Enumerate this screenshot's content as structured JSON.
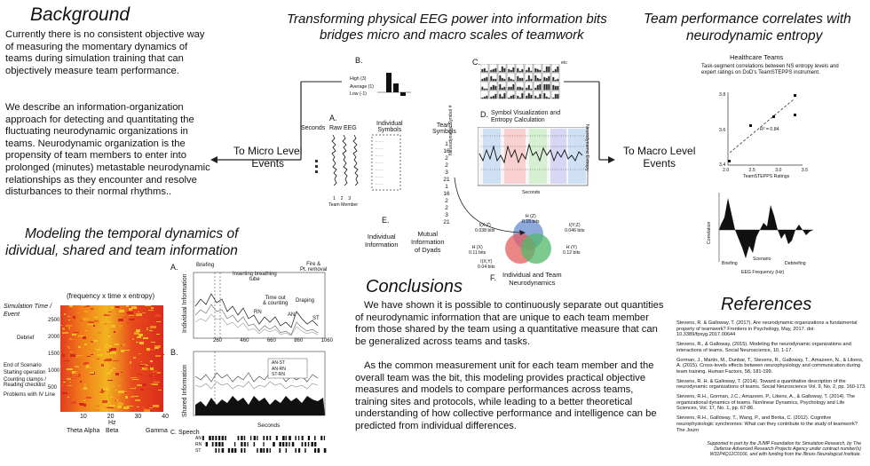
{
  "background": {
    "title": "Background",
    "p1": "Currently there is no consistent objective way of measuring the momentary dynamics of teams during simulation training that can objectively measure team performance.",
    "p2": "We describe an information-organization approach for detecting and quantitating the fluctuating neurodynamic organizations in teams.  Neurodynamic organization is the propensity of team members to enter into prolonged (minutes) metastable neurodynamic relationships as they encounter and resolve disturbances to their normal rhythms.."
  },
  "center": {
    "title_line1": "Transforming physical EEG power into information bits",
    "title_line2": "bridges micro and macro scales of teamwork",
    "to_micro": "To Micro Level\nEvents",
    "to_macro": "To Macro Level\nEvents",
    "label_a": "A.",
    "label_b": "B.",
    "label_c": "C.",
    "label_d": "D.",
    "label_e": "E.",
    "label_f": "F.",
    "seconds": "Seconds",
    "raw_eeg": "Raw EEG",
    "individual_symbols": "Individual\nSymbols",
    "team_member": "Team Member",
    "team_member_ticks": "1    2    3",
    "high": "High (3)",
    "average": "Average (1)",
    "low": "Low (-1)",
    "etc": "etc",
    "team_symbols": "Team\nSymbols",
    "team_symbol_values": [
      "1",
      "16",
      "2",
      "2",
      "3",
      "21",
      "1",
      "16",
      "2",
      "2",
      "3",
      "21"
    ],
    "symbol_viz": "Symbol Visualization and\nEntropy Calculation",
    "neuro_symbol_axis": "Neurodynamic Symbol #",
    "neuro_entropy_axis": "Neurodynamic Entropy",
    "seconds_axis": "Seconds",
    "individual_information": "Individual\nInformation",
    "mutual_information": "Mutual\nInformation\nof Dyads",
    "individual_team_neuro": "Individual and Team\nNeurodynamics",
    "venn": {
      "hxz": "I(X;Z)\n0.038 bits",
      "hz": "H (Z)\n0.15 bits",
      "iyz": "I(Y;Z)\n0.046 bits",
      "hx": "H (X)\n0.11 bits",
      "hy": "H (Y)\n0.12 bits",
      "ixy": "I(X;Y)\n0.04 bits"
    }
  },
  "team_perf": {
    "title_line1": "Team performance correlates with",
    "title_line2": "neurodynamic entropy",
    "subtitle": "Healthcare Teams",
    "desc": "Task-segment correlations between NS entropy levels and expert ratings on DoD's TeamSTEPPS instrument.",
    "r_label": "R² = 0.84",
    "x_axis": "TeamSTEPPS Ratings",
    "x_ticks": [
      "2.0",
      "2.5",
      "3.0",
      "3.5"
    ],
    "y_ticks": [
      "3.8",
      "3.6",
      "3.4"
    ],
    "corr_axis": "Correlation",
    "corr_x_axis": "EEG Frequency (Hz)",
    "corr_labels": [
      "Briefing",
      "Scenario",
      "Debriefing"
    ]
  },
  "modeling": {
    "title_line1": "Modeling the temporal dynamics of",
    "title_line2": "idividual, shared and team information",
    "heatmap_title": "(frequency x time x entropy)",
    "sim_time_label": "Simulation Time /\nEvent",
    "y_ticks": [
      "2500",
      "2000",
      "1500",
      "1000",
      "500"
    ],
    "events": [
      "Debrief",
      "End of Scenario",
      "Starting operation",
      "Counting clamps /\nReading checklist",
      "Problems with IV Line"
    ],
    "x_ticks": [
      "10",
      "20",
      "30",
      "40"
    ],
    "hz": "Hz",
    "bands": [
      "Theta Alpha",
      "Beta",
      "Gamma"
    ],
    "panel_a": "A.",
    "panel_b": "B.",
    "panel_c": "C. Speech",
    "ind_info_axis": "Individual Information",
    "shared_info_axis": "Shared Information",
    "annotations": [
      "Briefing",
      "Inserting breathing\ntube",
      "Fire &\nPt. removal",
      "Time out\n& counting",
      "RN",
      "AN",
      "Draping",
      "ST"
    ],
    "legend": [
      "AN-ST",
      "AN-RN",
      "ST-RN"
    ],
    "x_ticks_a": [
      "260",
      "460",
      "660",
      "860",
      "1060"
    ],
    "seconds": "Seconds",
    "speech_rows": [
      "AN",
      "RN",
      "ST"
    ]
  },
  "conclusions": {
    "title": "Conclusions",
    "p1": "We have shown it is possible to continuously separate out quantities of neurodynamic information that are unique to each team member from those shared by the team using a quantitative measure that can be generalized across teams and tasks.",
    "p2": "As the common measurement unit for each team member and the overall team was the bit, this modeling provides practical objective measures and models to compare performances across teams, training sites and protocols, while leading to a better theoretical understanding of how collective performance and intelligence can be predicted from individual differences."
  },
  "references": {
    "title": "References",
    "items": [
      "Stevens, R. & Galloway, T. (2017).  Are neurodynamic organizations a fundamental property of teamwork?  Frontiers in Psychology, May, 2017. doi: 10.3389/fpsyg.2017.00644",
      "Stevens, R., & Galloway, (2015).  Modeling the neurodynamic organizations and interactions of teams.  Social Neuroscience, 10, 1-17.",
      "Gorman, J., Martin, M., Dunbar, T., Stevens, R., Galloway, T., Amazeen, N., & Likens, A. (2015). Cross-levels effects between neurophysiology and communication during team training.  Human Factors, 58, 181-199.",
      "Stevens, R. H. & Galloway, T. (2014).  Toward a quantitative description of the neurodynamic organizations of teams.  Social Neuroscience Vol. 9, No. 2, pp. 160-173.",
      "Stevens, R.H., Gorman, J.C., Amazeen, P., Likens, A., & Galloway, T. (2014).  The organizational dynamics of teams. Nonlinear Dynamics, Psychology and Life Sciences, Vol. 17, No. 1, pp. 67-86.",
      "Stevens, R.H., Galloway, T., Wang, P., and Berka, C. (2012). Cognitive neurophysiologic synchronies: What can they contribute to the study of teamwork? The Journ"
    ],
    "support": "Supported in part by the JUMP Foundation for Simulation Research, by The Defense Advanced Research Projects Agency under contract number(s) W31P4Q12C0166, and with funding from the Illinois Neurological Institute."
  }
}
